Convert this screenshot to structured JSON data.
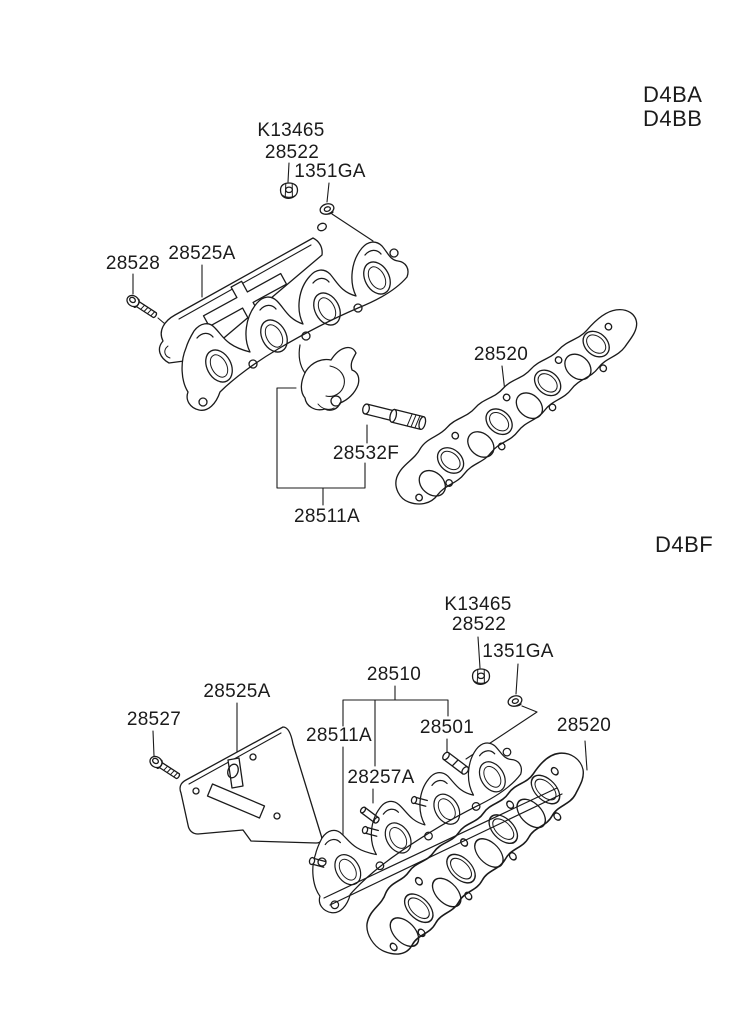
{
  "page": {
    "background": "#ffffff",
    "line_color": "#1b1b1b"
  },
  "top_section": {
    "engine_codes": [
      "D4BA",
      "D4BB"
    ],
    "labels": {
      "nut_ref": "K13465",
      "nut": "28522",
      "washer": "1351GA",
      "bolt": "28528",
      "heat_protector": "28525A",
      "gasket": "28520",
      "stud": "28532F",
      "manifold": "28511A"
    }
  },
  "bottom_section": {
    "engine_code": "D4BF",
    "labels": {
      "nut_ref": "K13465",
      "nut": "28522",
      "washer": "1351GA",
      "bolt": "28527",
      "heat_protector": "28525A",
      "manifold_assembly": "28510",
      "manifold": "28511A",
      "stud": "28501",
      "stud_secondary": "28257A",
      "gasket": "28520"
    }
  }
}
